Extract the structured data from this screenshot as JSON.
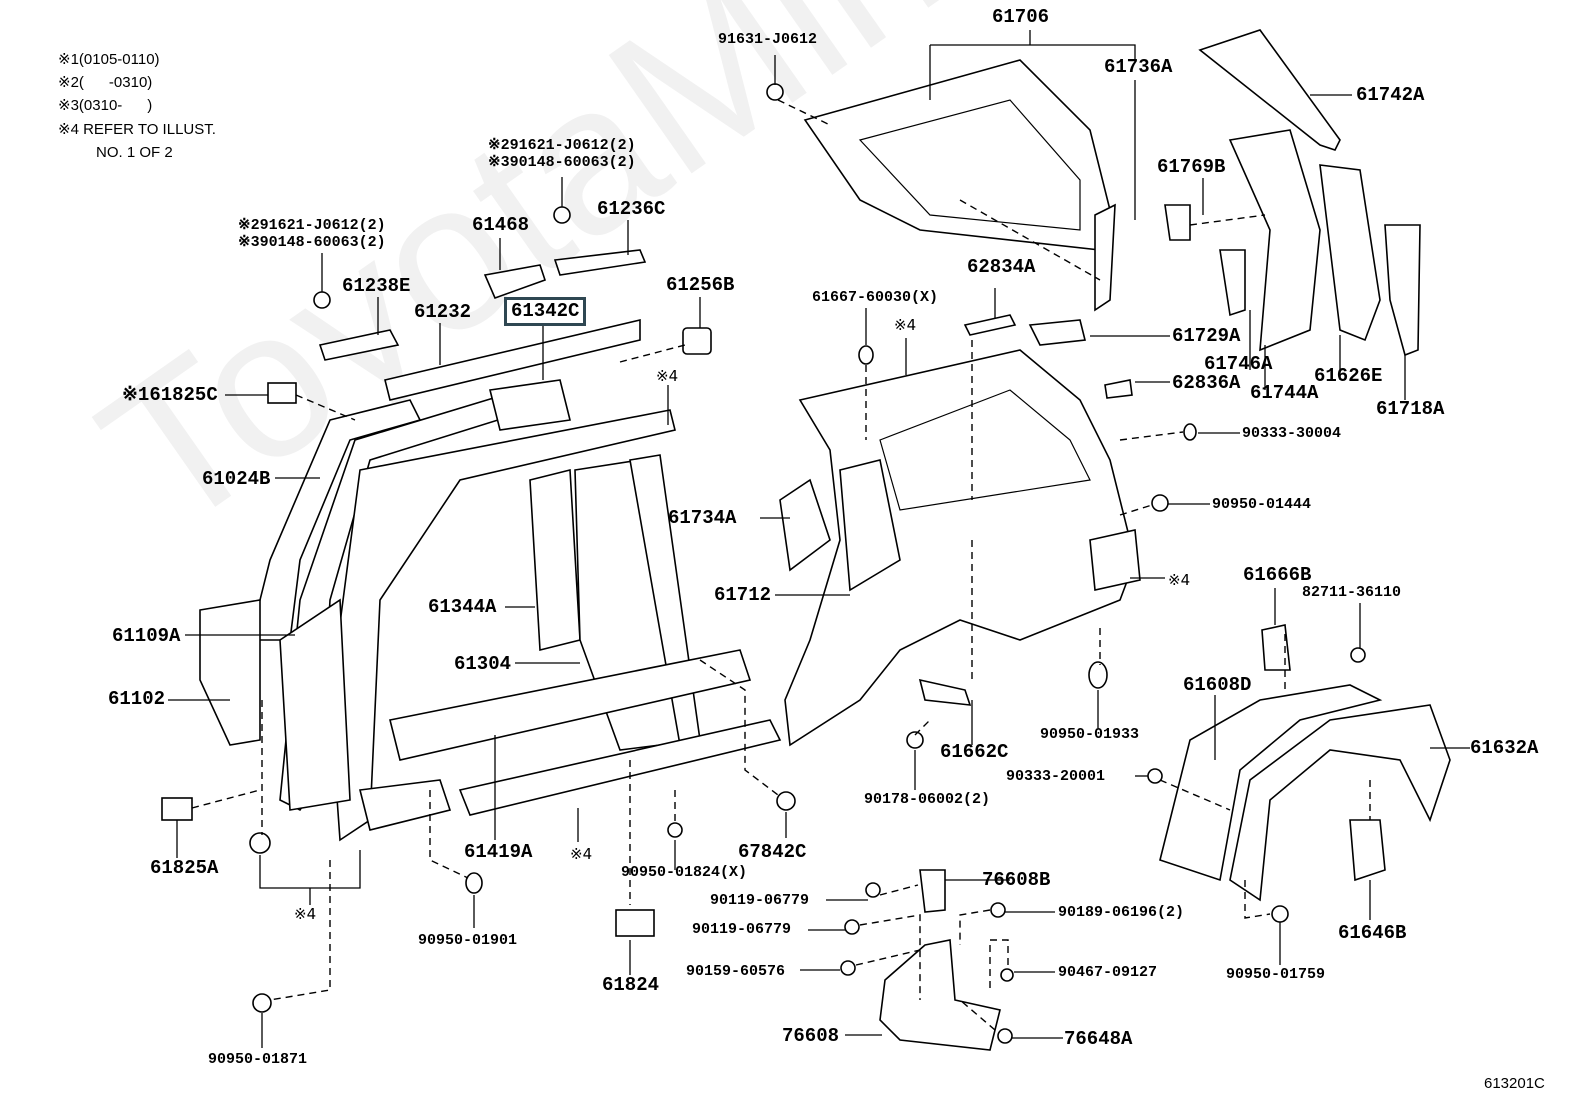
{
  "diagram": {
    "illustration_code": "613201C",
    "watermark": "ToyotaMirror",
    "highlight_color": "#2f4752",
    "notes": [
      {
        "mark": "※1",
        "text": "(0105-0110)"
      },
      {
        "mark": "※2",
        "text": "(      -0310)"
      },
      {
        "mark": "※3",
        "text": "(0310-      )"
      },
      {
        "mark": "※4",
        "text": "REFER TO ILLUST."
      },
      {
        "mark": "",
        "text": "NO. 1 OF 2"
      }
    ],
    "fastener_groups": [
      {
        "line1": "※291621-J0612(2)",
        "line2": "※390148-60063(2)"
      },
      {
        "line1": "※291621-J0612(2)",
        "line2": "※390148-60063(2)"
      }
    ],
    "ref_mark": "※4",
    "highlighted_part": "61342C",
    "parts": {
      "p61706": "61706",
      "p91631": "91631-J0612",
      "p61736A": "61736A",
      "p61742A": "61742A",
      "p61769B": "61769B",
      "p61468": "61468",
      "p61236C": "61236C",
      "p61238E": "61238E",
      "p61232": "61232",
      "p61256B": "61256B",
      "p62834A": "62834A",
      "p61667": "61667-60030(X)",
      "p61729A": "61729A",
      "p61746A": "61746A",
      "p61744A": "61744A",
      "p61626E": "61626E",
      "p61718A": "61718A",
      "p62836A": "62836A",
      "p61825C": "※161825C",
      "p61024B": "61024B",
      "p90333_30004": "90333-30004",
      "p90950_01444": "90950-01444",
      "p61734A": "61734A",
      "p61712": "61712",
      "p61344A": "61344A",
      "p61109A": "61109A",
      "p61304": "61304",
      "p61102": "61102",
      "p61666B": "61666B",
      "p82711": "82711-36110",
      "p61608D": "61608D",
      "p61632A": "61632A",
      "p90950_01933": "90950-01933",
      "p61662C": "61662C",
      "p90333_20001": "90333-20001",
      "p90178": "90178-06002(2)",
      "p61825A": "61825A",
      "p61419A": "61419A",
      "p67842C": "67842C",
      "p90950_01824": "90950-01824(X)",
      "p76608B": "76608B",
      "p90119a": "90119-06779",
      "p90119b": "90119-06779",
      "p90189": "90189-06196(2)",
      "p90159": "90159-60576",
      "p90467": "90467-09127",
      "p61646B": "61646B",
      "p90950_01759": "90950-01759",
      "p90950_01901": "90950-01901",
      "p61824": "61824",
      "p76608": "76608",
      "p76648A": "76648A",
      "p90950_01871": "90950-01871"
    }
  }
}
